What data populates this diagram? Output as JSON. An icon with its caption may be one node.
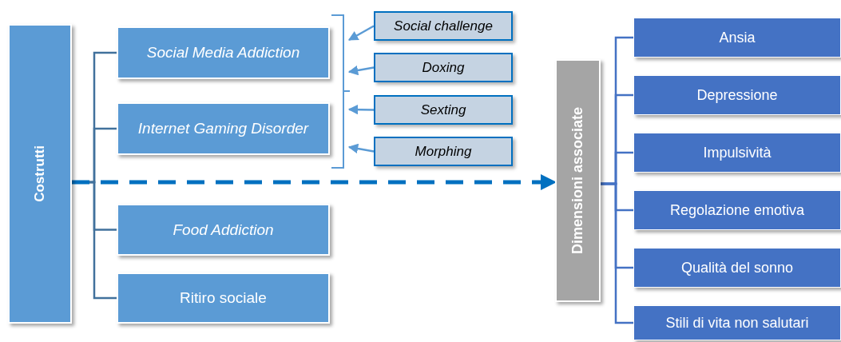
{
  "diagram": {
    "nodes": [
      {
        "text": [
          "Costrutti"
        ]
      },
      {
        "text": [
          "Social Media Addiction"
        ]
      },
      {
        "text": [
          "Internet Gaming Disorder"
        ]
      },
      {
        "text": [
          "Food Addiction"
        ]
      },
      {
        "text": [
          "Ritiro sociale"
        ]
      },
      {
        "text": [
          "Social challenge"
        ]
      },
      {
        "text": [
          "Doxing"
        ]
      },
      {
        "text": [
          "Sexting"
        ]
      },
      {
        "text": [
          "Morphing"
        ]
      },
      {
        "text": [
          "Dimensioni associate"
        ]
      },
      {
        "text": [
          "Ansia"
        ]
      },
      {
        "text": [
          "Depressione"
        ]
      },
      {
        "text": [
          "Impulsività"
        ]
      },
      {
        "text": [
          "Regolazione emotiva"
        ]
      },
      {
        "text": [
          "Qualità del sonno"
        ]
      },
      {
        "text": [
          "Stili di vita non salutari"
        ]
      }
    ],
    "edges": [
      {
        "from": 0,
        "to": 1,
        "arrow": "none",
        "color": "#41719c"
      },
      {
        "from": 0,
        "to": 2,
        "arrow": "none",
        "color": "#41719c"
      },
      {
        "from": 0,
        "to": 3,
        "arrow": "none",
        "color": "#41719c"
      },
      {
        "from": 0,
        "to": 4,
        "arrow": "none",
        "color": "#41719c"
      },
      {
        "from": 5,
        "to": 1,
        "arrow": "to",
        "color": "#5b9bd5"
      },
      {
        "from": 6,
        "to": 1,
        "arrow": "to",
        "color": "#5b9bd5"
      },
      {
        "from": 7,
        "to": 2,
        "arrow": "to",
        "color": "#5b9bd5"
      },
      {
        "from": 8,
        "to": 2,
        "arrow": "to",
        "color": "#5b9bd5"
      },
      {
        "from": 0,
        "to": 9,
        "arrow": "to",
        "style": "dashed",
        "color": "#0070c0"
      },
      {
        "from": 9,
        "to": 10,
        "arrow": "none"
      },
      {
        "from": 9,
        "to": 11,
        "arrow": "none"
      },
      {
        "from": 9,
        "to": 12,
        "arrow": "none"
      },
      {
        "from": 9,
        "to": 13,
        "arrow": "none"
      },
      {
        "from": 9,
        "to": 14,
        "arrow": "none"
      },
      {
        "from": 9,
        "to": 15,
        "arrow": "none"
      }
    ]
  }
}
